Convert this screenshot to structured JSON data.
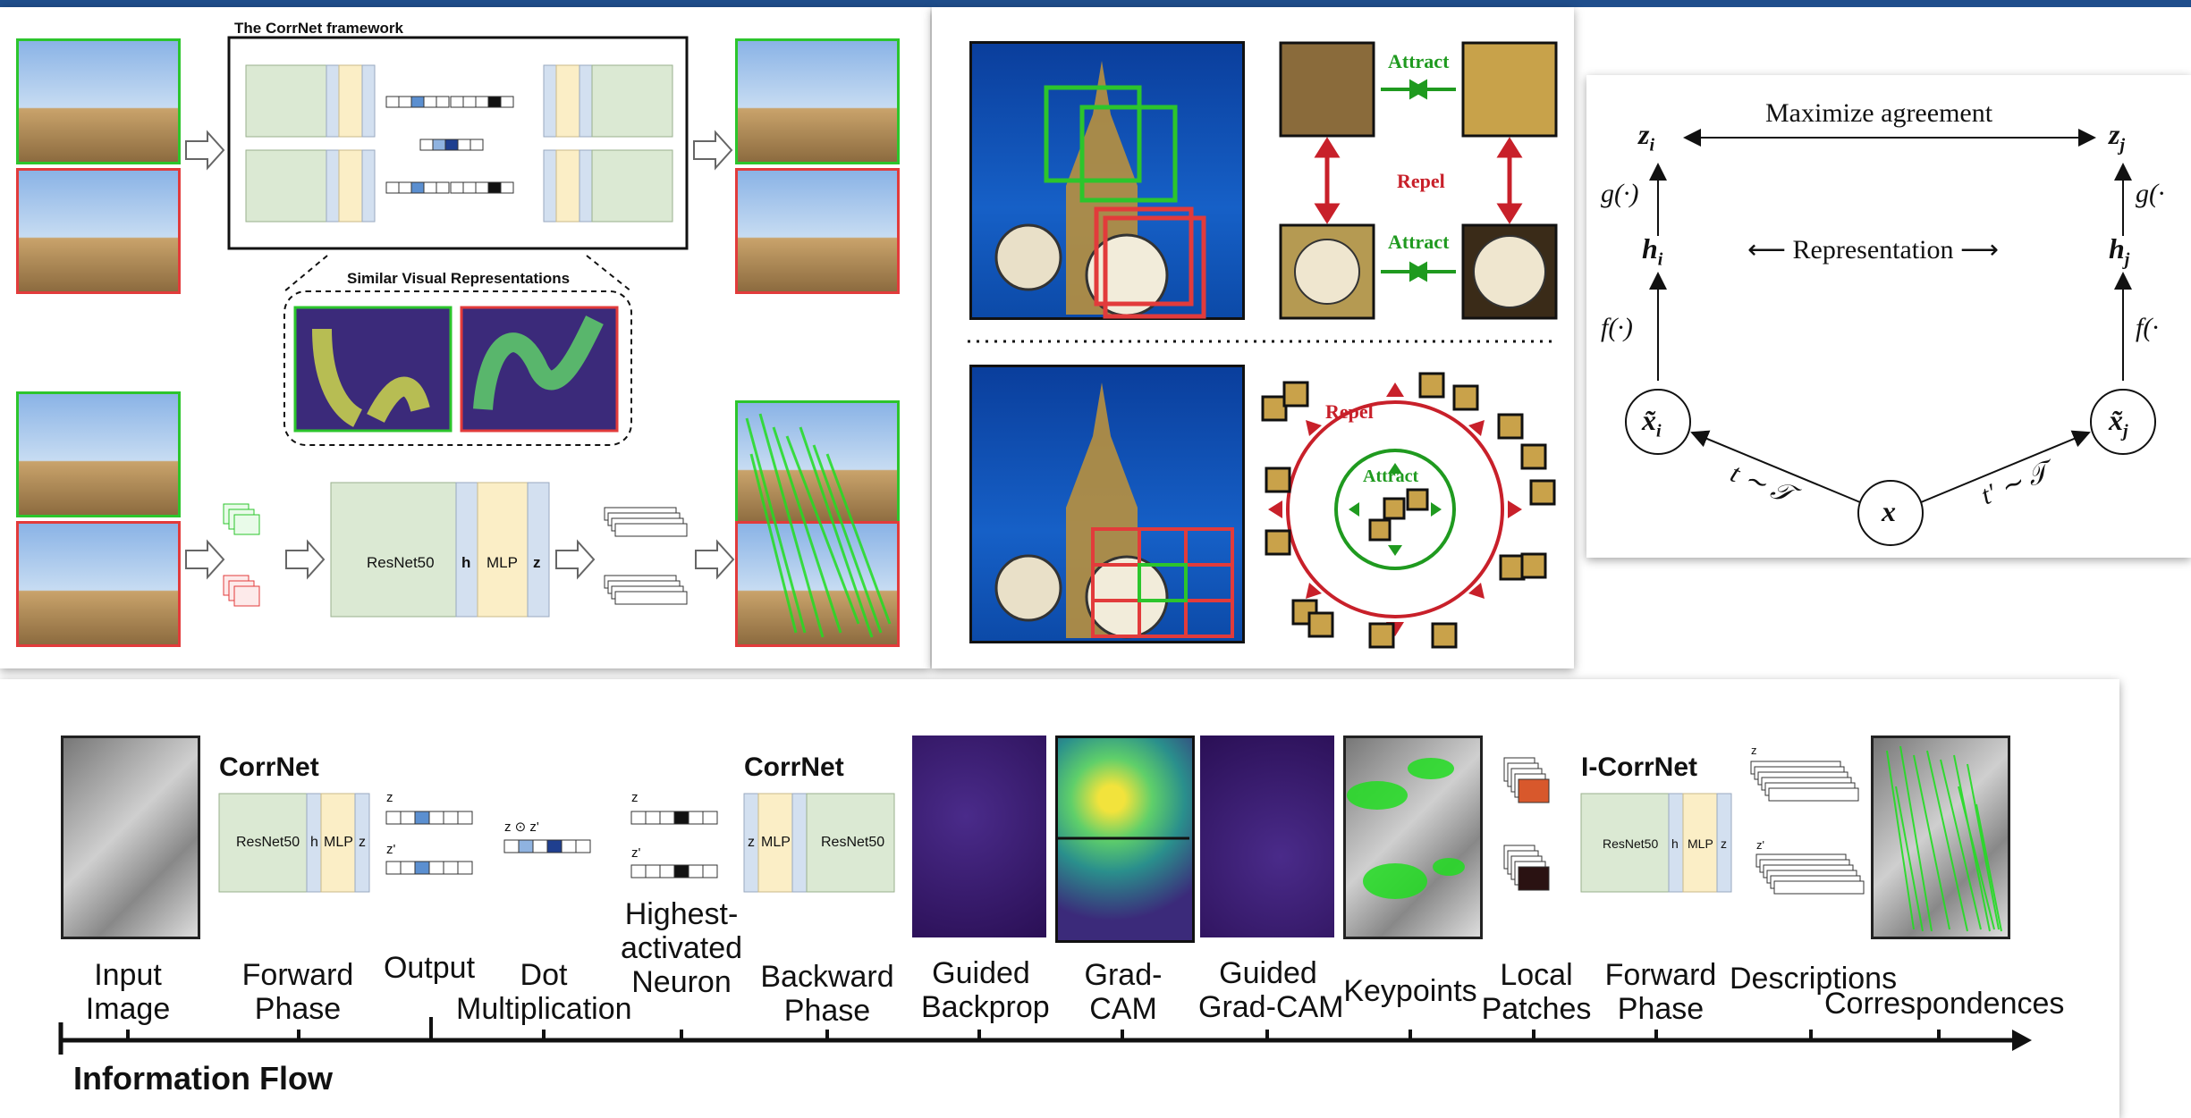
{
  "top_left": {
    "framework_title": "The CorrNet framework",
    "similar_title": "Similar Visual Representations",
    "resnet": "ResNet50",
    "h": "h",
    "mlp": "MLP",
    "z": "z"
  },
  "top_middle": {
    "attract1": "Attract",
    "attract2": "Attract",
    "repel": "Repel",
    "repel2": "Repel",
    "attract3": "Attract"
  },
  "top_right": {
    "maximize": "Maximize agreement",
    "representation": "Representation",
    "zi": "z",
    "zi_sub": "i",
    "zj": "z",
    "zj_sub": "j",
    "hi": "h",
    "hi_sub": "i",
    "hj": "h",
    "hj_sub": "j",
    "g_left": "g(·)",
    "g_right": "g(·",
    "f_left": "f(·)",
    "f_right": "f(·",
    "xi": "x̃",
    "xi_sub": "i",
    "xj": "x̃",
    "xj_sub": "j",
    "x": "x",
    "t_left": "t ∼ 𝒯",
    "t_right": "t′ ∼ 𝒯"
  },
  "bottom": {
    "corrnet1": "CorrNet",
    "corrnet2": "CorrNet",
    "icorrnet": "I-CorrNet",
    "resnet": "ResNet50",
    "h": "h",
    "mlp": "MLP",
    "z": "z",
    "z_small": "z",
    "zprime_small": "z'",
    "dot_label": "z ⊙ z'",
    "labels": {
      "input": [
        "Input",
        "Image"
      ],
      "forward": [
        "Forward",
        "Phase"
      ],
      "output": [
        "Output"
      ],
      "dot": [
        "Dot",
        "Multiplication"
      ],
      "highest": [
        "Highest-",
        "activated",
        "Neuron"
      ],
      "backward": [
        "Backward",
        "Phase"
      ],
      "guided_bp": [
        "Guided",
        "Backprop"
      ],
      "gradcam": [
        "Grad-",
        "CAM"
      ],
      "guided_gc": [
        "Guided",
        "Grad-CAM"
      ],
      "keypoints": [
        "Keypoints"
      ],
      "local": [
        "Local",
        "Patches"
      ],
      "forward2": [
        "Forward",
        "Phase"
      ],
      "descriptions": [
        "Descriptions"
      ],
      "correspondences": [
        "Correspondences"
      ]
    },
    "info_flow": "Information Flow"
  },
  "colors": {
    "green": "#2cc52c",
    "red": "#e23b3b",
    "attract_green": "#1f9a1f",
    "repel_red": "#c8202a",
    "resnet_fill": "#dbe9d3",
    "mlp_fill": "#fbeec6",
    "h_fill": "#d3e0f0"
  }
}
